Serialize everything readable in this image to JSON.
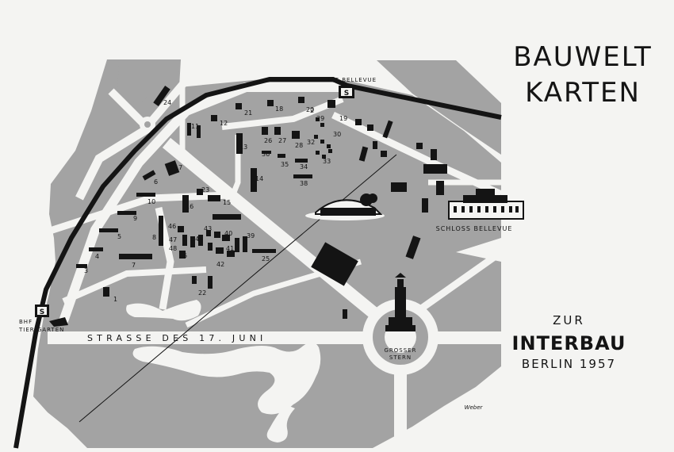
{
  "title": {
    "line1": "BAUWELT",
    "line2": "KARTEN"
  },
  "subtitle": {
    "zur": "ZUR",
    "interbau": "INTERBAU",
    "berlin": "BERLIN 1957"
  },
  "map": {
    "s_symbol": "S",
    "station_bellevue": "BHF BELLEVUE",
    "station_tiergarten_1": "BHF",
    "station_tiergarten_2": "TIER GARTEN",
    "street": "STRASSE DES 17. JUNI",
    "schloss": "SCHLOSS BELLEVUE",
    "grosser_1": "GROSSER",
    "grosser_2": "STERN",
    "signature": "Weber",
    "building_numbers": [
      "1",
      "2",
      "3",
      "4",
      "5",
      "6",
      "7",
      "8",
      "9",
      "10",
      "11",
      "12",
      "13",
      "14",
      "15",
      "16",
      "17",
      "18",
      "19",
      "20",
      "21",
      "22",
      "23",
      "24",
      "25",
      "26",
      "27",
      "28",
      "29",
      "30",
      "32",
      "33",
      "34",
      "35",
      "36",
      "38",
      "39",
      "40",
      "41",
      "42",
      "43",
      "44",
      "45",
      "46",
      "47",
      "48"
    ]
  },
  "colors": {
    "background": "#f4f4f2",
    "land": "#a3a3a3",
    "roads": "#f4f4f2",
    "ink": "#141414",
    "water": "#f4f4f2"
  }
}
